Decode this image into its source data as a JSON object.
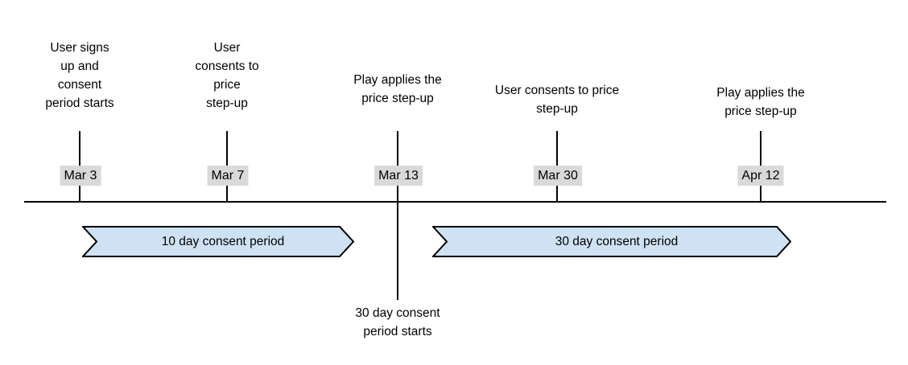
{
  "timeline": {
    "events": [
      {
        "date": "Mar 3",
        "title": "User signs\nup and\nconsent\nperiod starts"
      },
      {
        "date": "Mar 7",
        "title": "User\nconsents to\nprice\nstep-up"
      },
      {
        "date": "Mar 13",
        "title": "Play applies the\nprice step-up",
        "note_below": "30 day consent\nperiod starts"
      },
      {
        "date": "Mar 30",
        "title": "User consents to price\nstep-up"
      },
      {
        "date": "Apr 12",
        "title": "Play applies the\nprice step-up"
      }
    ],
    "periods": [
      {
        "label": "10 day consent period",
        "start_date": "Mar 3",
        "end_date": "Mar 13"
      },
      {
        "label": "30 day consent period",
        "start_date": "Mar 13",
        "end_date": "Apr 12"
      }
    ]
  },
  "colors": {
    "background": "#ffffff",
    "line": "#000000",
    "text": "#000000",
    "date_badge_bg": "#d9d9d9",
    "banner_fill": "#cfe2f3",
    "banner_stroke": "#000000"
  }
}
